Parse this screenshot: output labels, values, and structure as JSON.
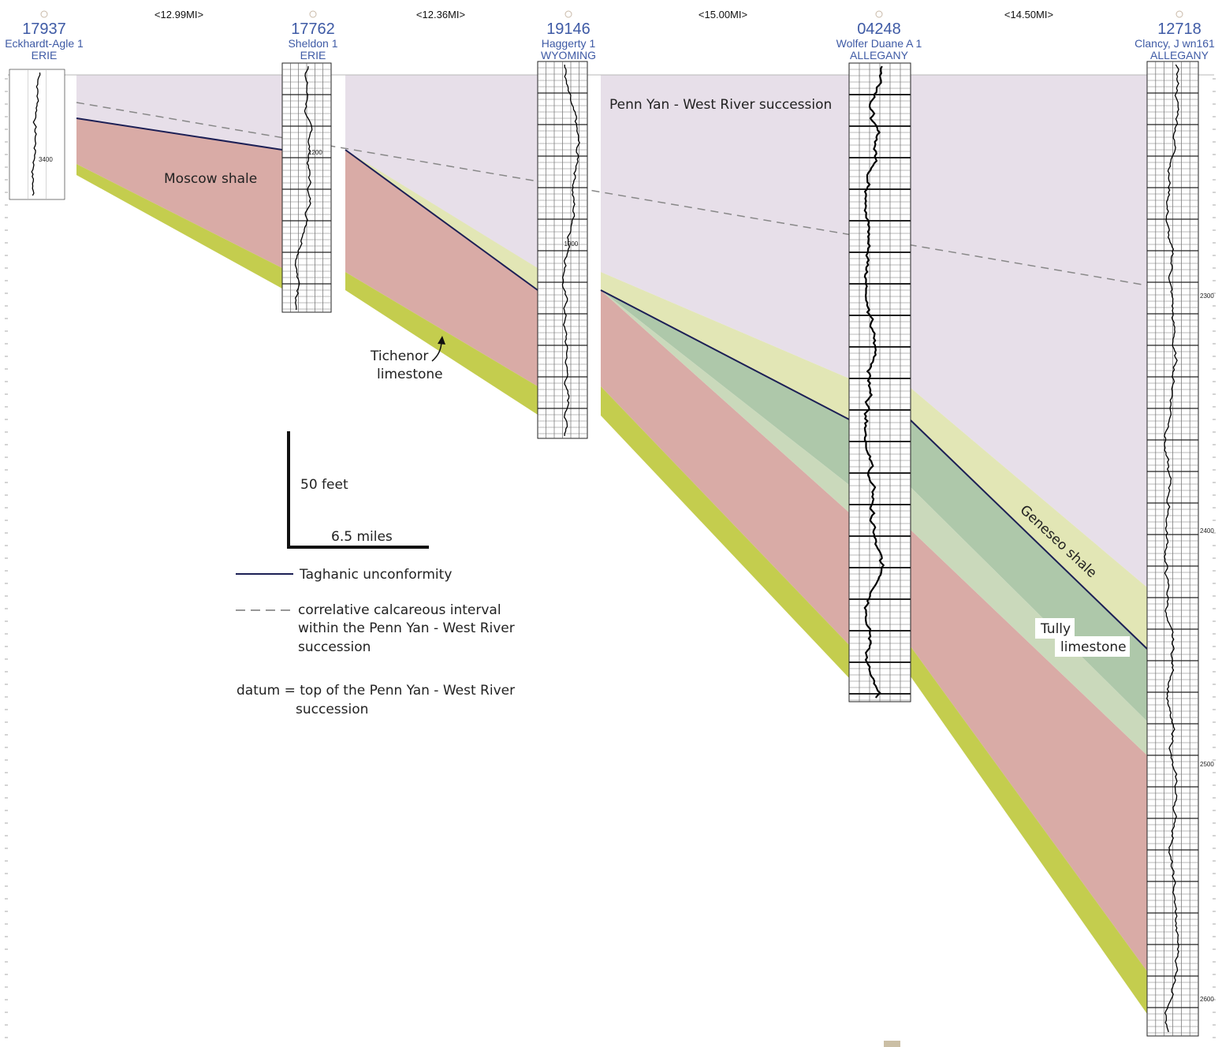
{
  "wells": [
    {
      "id": "17937",
      "name": "Eckhardt-Agle 1",
      "county": "ERIE"
    },
    {
      "id": "17762",
      "name": "Sheldon 1",
      "county": "ERIE"
    },
    {
      "id": "19146",
      "name": "Haggerty 1",
      "county": "WYOMING"
    },
    {
      "id": "04248",
      "name": "Wolfer Duane A 1",
      "county": "ALLEGANY"
    },
    {
      "id": "12718",
      "name": "Clancy, J wn161",
      "county": "ALLEGANY"
    }
  ],
  "distances": [
    "<12.99MI>",
    "<12.36MI>",
    "<15.00MI>",
    "<14.50MI>"
  ],
  "units": {
    "penn_yan": "Penn Yan  -  West River succession",
    "moscow": "Moscow shale",
    "tichenor_line1": "Tichenor",
    "tichenor_line2": "limestone",
    "geneseo": "Geneseo shale",
    "tully_line1": "Tully",
    "tully_line2": "limestone"
  },
  "scale": {
    "vertical": "50 feet",
    "horizontal": "6.5 miles"
  },
  "legend": {
    "taghanic": "Taghanic unconformity",
    "correlative_line1": "correlative calcareous interval",
    "correlative_line2": "within the Penn Yan - West River",
    "correlative_line3": "succession",
    "datum_line1": "datum = top of the Penn Yan - West River",
    "datum_line2": "succession"
  },
  "log_depth_labels": {
    "w1": "3400",
    "w2": "1200",
    "w3": "1900",
    "w5_a": "2300",
    "w5_b": "2400",
    "w5_c": "2500",
    "w5_d": "2600"
  },
  "colors": {
    "penn_yan": "#e7dfe9",
    "moscow": "#d9aba6",
    "tichenor": "#c4cd4e",
    "geneseo": "#e2e6b5",
    "tully_light": "#cad9bb",
    "tully_dark": "#aec8aa",
    "unconformity": "#1c1f55",
    "well_label": "#3e5aa5"
  }
}
